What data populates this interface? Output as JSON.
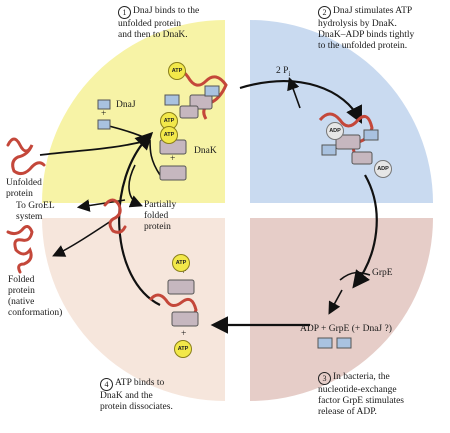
{
  "steps": [
    {
      "num": "1",
      "text": "DnaJ binds to the\nunfolded protein\nand then to DnaK."
    },
    {
      "num": "2",
      "text": "DnaJ stimulates ATP\nhydrolysis by DnaK.\nDnaK–ADP binds tightly\nto the unfolded protein."
    },
    {
      "num": "3",
      "text": "In bacteria, the\nnucleotide-exchange\nfactor GrpE stimulates\nrelease of ADP."
    },
    {
      "num": "4",
      "text": "ATP binds to\nDnaK and the\nprotein dissociates."
    }
  ],
  "labels": {
    "dnaj": "DnaJ",
    "dnak": "DnaK",
    "unfolded": "Unfolded\nprotein",
    "partially": "Partially\nfolded\nprotein",
    "groel": "To GroEL\nsystem",
    "folded": "Folded\nprotein\n(native\nconformation)",
    "grpe": "GrpE",
    "release": "ADP + GrpE (+ DnaJ ?)",
    "pi": "2 P",
    "pi_sub": "i",
    "plus": "+"
  },
  "badges": {
    "atp": "ATP",
    "adp": "ADP"
  },
  "colors": {
    "q1": "#f7f3a6",
    "q2": "#c9daf0",
    "q3": "#e6cdc8",
    "q4": "#f6e6dc",
    "dnaj": "#a9c2e0",
    "dnak": "#c6b7bf",
    "protein": "#c4473a"
  }
}
